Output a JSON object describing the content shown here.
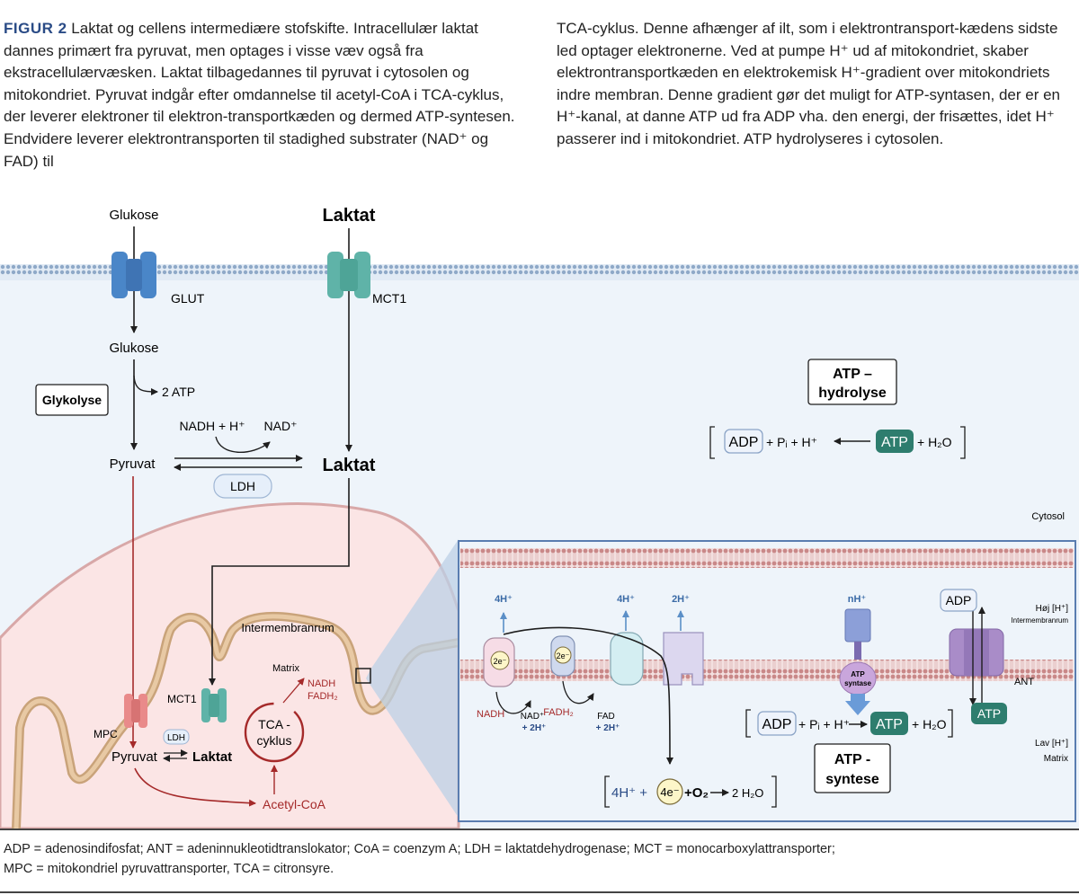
{
  "caption": {
    "label": "FIGUR 2",
    "left_text": "Laktat og cellens intermediære stofskifte. Intracellulær laktat dannes primært fra pyruvat, men optages i visse væv også fra ekstracellulærvæsken. Laktat tilbagedannes til pyruvat i cytosolen og mitokondriet. Pyruvat indgår efter omdannelse til acetyl-CoA i TCA-cyklus, der leverer elektroner til elektron-transportkæden og dermed ATP-syntesen. Endvidere leverer elektrontransporten til stadighed substrater (NAD⁺ og FAD) til",
    "right_text": "TCA-cyklus. Denne afhænger af ilt, som i elektrontransport-kædens sidste led optager elektronerne. Ved at pumpe H⁺ ud af mitokondriet, skaber elektrontransportkæden en elektrokemisk H⁺-gradient over mitokondriets indre membran. Denne gradient gør det muligt for ATP-syntasen, der er en H⁺-kanal, at danne ATP ud fra ADP vha. den energi, der frisættes, idet H⁺ passerer ind i mitokondriet. ATP hydrolyseres i cytosolen."
  },
  "diagram": {
    "glukose_top": "Glukose",
    "laktat_top": "Laktat",
    "glut": "GLUT",
    "mct1_top": "MCT1",
    "glukose_inner": "Glukose",
    "two_atp": "2 ATP",
    "glykolyse": "Glykolyse",
    "nadh_h": "NADH + H⁺",
    "nad": "NAD⁺",
    "pyruvat": "Pyruvat",
    "laktat_mid": "Laktat",
    "ldh": "LDH",
    "atp_hydrolyse_1": "ATP –",
    "atp_hydrolyse_2": "hydrolyse",
    "hyd_adp": "ADP",
    "hyd_pih": "+ Pᵢ + H⁺",
    "hyd_atp": "ATP",
    "hyd_h2o": "+ H₂O",
    "cytosol": "Cytosol",
    "intermembranrum": "Intermembranrum",
    "matrix_label": "Matrix",
    "mpc": "MPC",
    "mct1_mito": "MCT1",
    "ldh_small": "LDH",
    "pyruvat_mito": "Pyruvat",
    "laktat_mito": "Laktat",
    "tca_1": "TCA -",
    "tca_2": "cyklus",
    "nadh_red": "NADH",
    "fadh2_red": "FADH₂",
    "acetyl_coa": "Acetyl-CoA",
    "etc": {
      "h4_a": "4H⁺",
      "h4_b": "4H⁺",
      "h2": "2H⁺",
      "nh": "nH⁺",
      "two_e_a": "2e⁻",
      "two_e_b": "2e⁻",
      "nadh": "NADH",
      "nad_plus": "NAD⁺",
      "plus_2h_a": "+ 2H⁺",
      "fadh2": "FADH₂",
      "fad": "FAD",
      "plus_2h_b": "+ 2H⁺",
      "atp_syntase_1": "ATP",
      "atp_syntase_2": "syntase",
      "adp_ant": "ADP",
      "atp_ant": "ATP",
      "ant": "ANT",
      "hoj": "Høj [H⁺]",
      "intermembranrum_small": "Intermembranrum",
      "lav": "Lav [H⁺]",
      "matrix_small": "Matrix",
      "syn_adp": "ADP",
      "syn_pih": "+ Pᵢ + H⁺",
      "syn_atp": "ATP",
      "syn_h2o": "+ H₂O",
      "atp_syntese_1": "ATP -",
      "atp_syntese_2": "syntese",
      "o2_4h": "4H⁺ +",
      "o2_4e": "4e⁻",
      "o2_o2": "+O₂",
      "o2_h2o": "2 H₂O"
    }
  },
  "footer": {
    "line1": "ADP = adenosindifosfat; ANT = adeninnukleotidtranslokator; CoA = coenzym A; LDH = laktatdehydrogenase; MCT = monocarboxylattransporter;",
    "line2": "MPC = mitokondriel pyruvattransporter, TCA = citronsyre."
  },
  "colors": {
    "caption_label": "#2a4b86",
    "cytosol_bg": "#eef4fa",
    "mito_fill": "#fbe5e5",
    "red_arrow": "#a52a2a",
    "teal_atp": "#2e7d6e",
    "glut_blue": "#4a86c8",
    "mct_teal": "#5fb3a8",
    "mpc_red": "#e98a8a",
    "etc_border": "#5a7db0"
  }
}
